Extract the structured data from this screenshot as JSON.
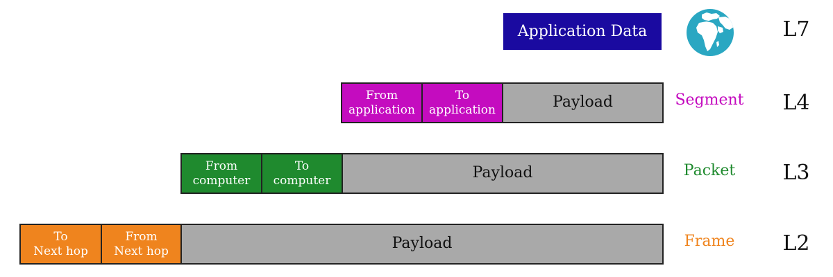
{
  "colors": {
    "application": "#1a0aa0",
    "segment": "#c40cbf",
    "packet": "#1f8a2e",
    "frame": "#ef841e",
    "payload": "#a9a9a9",
    "border": "#222222"
  },
  "icons": {
    "globe": "globe-icon"
  },
  "l7": {
    "data_label": "Application Data",
    "layer": "L7"
  },
  "l4": {
    "header_from": [
      "From",
      "application"
    ],
    "header_to": [
      "To",
      "application"
    ],
    "payload": "Payload",
    "pdu": "Segment",
    "layer": "L4"
  },
  "l3": {
    "header_from": [
      "From",
      "computer"
    ],
    "header_to": [
      "To",
      "computer"
    ],
    "payload": "Payload",
    "pdu": "Packet",
    "layer": "L3"
  },
  "l2": {
    "header_to": [
      "To",
      "Next hop"
    ],
    "header_from": [
      "From",
      "Next hop"
    ],
    "payload": "Payload",
    "pdu": "Frame",
    "layer": "L2"
  }
}
